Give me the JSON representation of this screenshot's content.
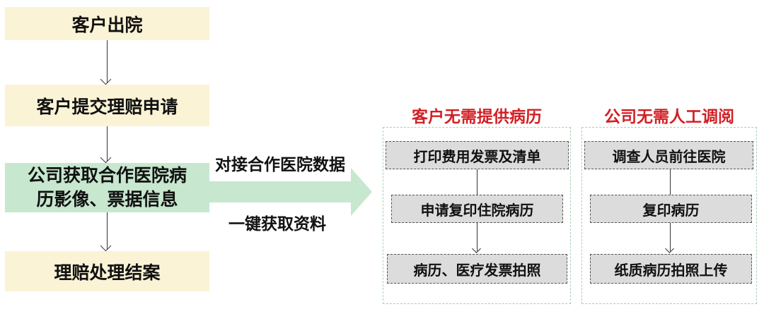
{
  "left_flow": {
    "step1": "客户出院",
    "step2": "客户提交理赔申请",
    "step3_line1": "公司获取合作医院病",
    "step3_line2": "历影像、票据信息",
    "step4": "理赔处理结案"
  },
  "connector": {
    "top_label": "对接合作医院数据",
    "bottom_label": "一键获取资料",
    "arrow_color": "#c7e7cf"
  },
  "panel_customer": {
    "title": "客户无需提供病历",
    "steps": [
      "打印费用发票及清单",
      "申请复印住院病历",
      "病历、医疗发票拍照"
    ]
  },
  "panel_company": {
    "title": "公司无需人工调阅",
    "steps": [
      "调查人员前往医院",
      "复印病历",
      "纸质病历拍照上传"
    ]
  },
  "colors": {
    "flow_box": "#fbf3d6",
    "highlight_box": "#c7e7cf",
    "title_red": "#d21f24",
    "step_gray": "#dcdcdc"
  }
}
